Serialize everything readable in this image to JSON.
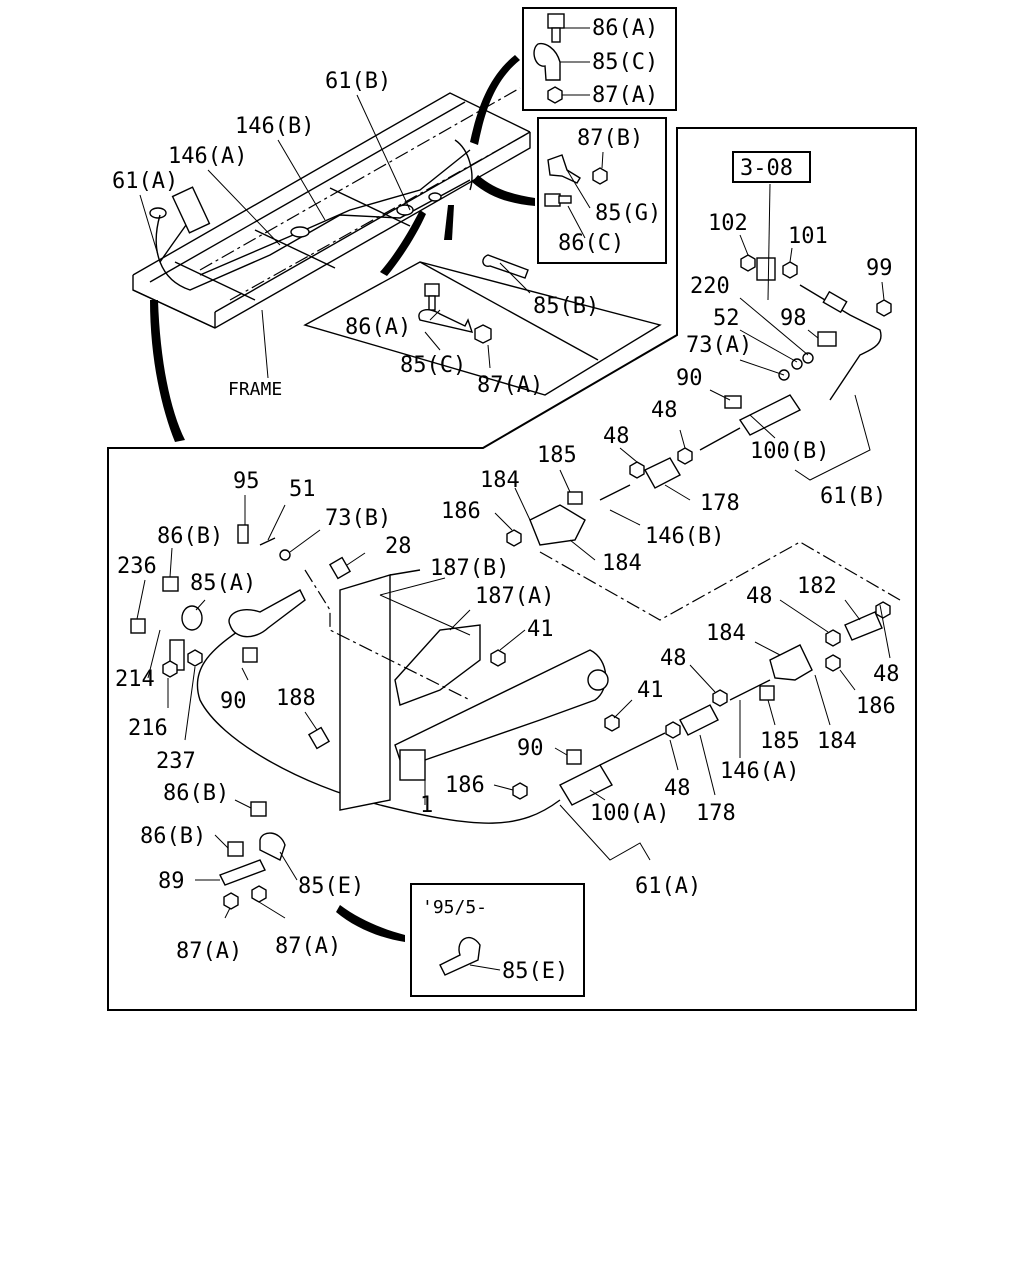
{
  "diagram": {
    "labels": {
      "l_86A_top": "86(A)",
      "l_85C_top": "85(C)",
      "l_87A_top": "87(A)",
      "l_61B_top": "61(B)",
      "l_146B_top": "146(B)",
      "l_146A_top": "146(A)",
      "l_61A_top": "61(A)",
      "l_87B": "87(B)",
      "l_85G": "85(G)",
      "l_86C": "86(C)",
      "l_85B": "85(B)",
      "l_86A_mid": "86(A)",
      "l_85C_mid": "85(C)",
      "l_87A_mid": "87(A)",
      "l_frame": "FRAME",
      "l_308": "3-08",
      "l_102": "102",
      "l_101": "101",
      "l_99": "99",
      "l_220": "220",
      "l_52": "52",
      "l_98": "98",
      "l_73A": "73(A)",
      "l_90_r": "90",
      "l_48_a": "48",
      "l_100B": "100(B)",
      "l_61B_r": "61(B)",
      "l_48_b": "48",
      "l_178_a": "178",
      "l_185_a": "185",
      "l_184_a": "184",
      "l_186_a": "186",
      "l_146B_r": "146(B)",
      "l_184_b": "184",
      "l_95": "95",
      "l_51": "51",
      "l_73B": "73(B)",
      "l_86B_a": "86(B)",
      "l_28": "28",
      "l_187B": "187(B)",
      "l_187A": "187(A)",
      "l_236": "236",
      "l_85A": "85(A)",
      "l_41_a": "41",
      "l_214": "214",
      "l_90_l": "90",
      "l_188": "188",
      "l_41_b": "41",
      "l_216": "216",
      "l_237": "237",
      "l_182": "182",
      "l_48_c": "48",
      "l_184_c": "184",
      "l_48_d": "48",
      "l_48_e": "48",
      "l_186_b": "186",
      "l_185_b": "185",
      "l_184_d": "184",
      "l_146A_r": "146(A)",
      "l_90_m": "90",
      "l_186_c": "186",
      "l_100A": "100(A)",
      "l_48_f": "48",
      "l_178_b": "178",
      "l_1": "1",
      "l_61A_b": "61(A)",
      "l_86B_b": "86(B)",
      "l_86B_c": "86(B)",
      "l_89": "89",
      "l_85E": "85(E)",
      "l_87A_b1": "87(A)",
      "l_87A_b2": "87(A)",
      "l_inset_date": "'95/5-",
      "l_85E_inset": "85(E)"
    }
  }
}
